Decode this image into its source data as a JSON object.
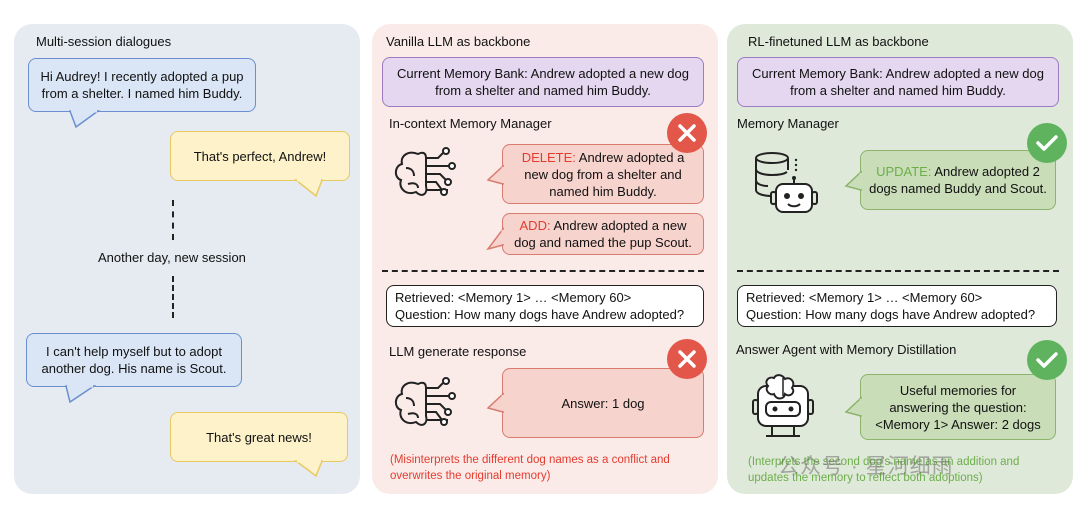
{
  "left": {
    "title": "Multi-session dialogues",
    "msg1": [
      "Hi Audrey! I recently adopted a pup",
      "from a shelter. I named him Buddy."
    ],
    "reply1": "That's perfect, Andrew!",
    "separator": "Another day, new session",
    "msg2": [
      "I can't help myself but to adopt",
      "another dog. His name is Scout."
    ],
    "reply2": "That's great news!"
  },
  "middle": {
    "title": "Vanilla LLM as backbone",
    "memory_bank": [
      "Current Memory Bank: Andrew adopted a new dog",
      "from a shelter and named him Buddy."
    ],
    "manager_label": "In-context Memory Manager",
    "delete": {
      "keyword": "DELETE:",
      "line1": " Andrew adopted a",
      "line2": "new dog from a shelter and",
      "line3": "named him Buddy."
    },
    "add": {
      "keyword": "ADD:",
      "line1": " Andrew adopted a new",
      "line2": "dog and named the pup Scout."
    },
    "retrieved": "Retrieved: <Memory 1> … <Memory 60>",
    "question": "Question: How many dogs have Andrew adopted?",
    "response_label": "LLM generate response",
    "answer": "Answer: 1 dog",
    "note": [
      "(Misinterprets the different dog names as a conflict and",
      "overwrites the original memory)"
    ]
  },
  "right": {
    "title": "RL-finetuned LLM as backbone",
    "memory_bank": [
      "Current Memory Bank: Andrew adopted a new dog",
      "from a shelter and named him Buddy."
    ],
    "manager_label": "Memory Manager",
    "update": {
      "keyword": "UPDATE:",
      "line1": " Andrew adopted 2",
      "line2": "dogs named Buddy and Scout."
    },
    "retrieved": "Retrieved: <Memory 1> … <Memory 60>",
    "question": "Question: How many dogs have Andrew adopted?",
    "agent_label": "Answer Agent with Memory Distillation",
    "useful": [
      "Useful memories for",
      "answering the question:",
      "<Memory 1> Answer: 2 dogs"
    ],
    "note": [
      "(Interprets the second dog's name as an addition and",
      "updates the memory to reflect both adoptions)"
    ]
  },
  "watermark": "公众号 · 星河细雨",
  "colors": {
    "error": "#e53b2f",
    "success": "#6dae4b"
  },
  "icons": [
    "neural-network-icon",
    "cross-icon",
    "check-icon",
    "database-icon",
    "robot-icon",
    "brain-robot-icon"
  ]
}
